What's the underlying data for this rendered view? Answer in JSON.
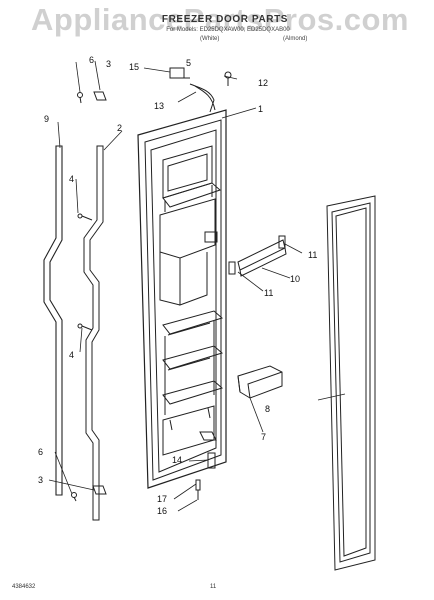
{
  "watermark": "AppliancePartsPros.com",
  "header": {
    "title": "FREEZER DOOR PARTS",
    "subtitle": "For Models: ED25DQXAW00, ED25DQXAB00",
    "variant_left": "(White)",
    "variant_right": "(Almond)"
  },
  "callouts": [
    {
      "id": "c1",
      "label": "1"
    },
    {
      "id": "c2",
      "label": "2"
    },
    {
      "id": "c3a",
      "label": "3"
    },
    {
      "id": "c3b",
      "label": "3"
    },
    {
      "id": "c4a",
      "label": "4"
    },
    {
      "id": "c4b",
      "label": "4"
    },
    {
      "id": "c5",
      "label": "5"
    },
    {
      "id": "c6a",
      "label": "6"
    },
    {
      "id": "c6b",
      "label": "6"
    },
    {
      "id": "c7",
      "label": "7"
    },
    {
      "id": "c8",
      "label": "8"
    },
    {
      "id": "c9",
      "label": "9"
    },
    {
      "id": "c10",
      "label": "10"
    },
    {
      "id": "c11a",
      "label": "11"
    },
    {
      "id": "c11b",
      "label": "11"
    },
    {
      "id": "c12",
      "label": "12"
    },
    {
      "id": "c13",
      "label": "13"
    },
    {
      "id": "c14",
      "label": "14"
    },
    {
      "id": "c15",
      "label": "15"
    },
    {
      "id": "c16",
      "label": "16"
    },
    {
      "id": "c17",
      "label": "17"
    }
  ],
  "footer": {
    "doc_number": "4384632",
    "page": "11"
  },
  "colors": {
    "line": "#222222",
    "watermark": "#969696"
  }
}
